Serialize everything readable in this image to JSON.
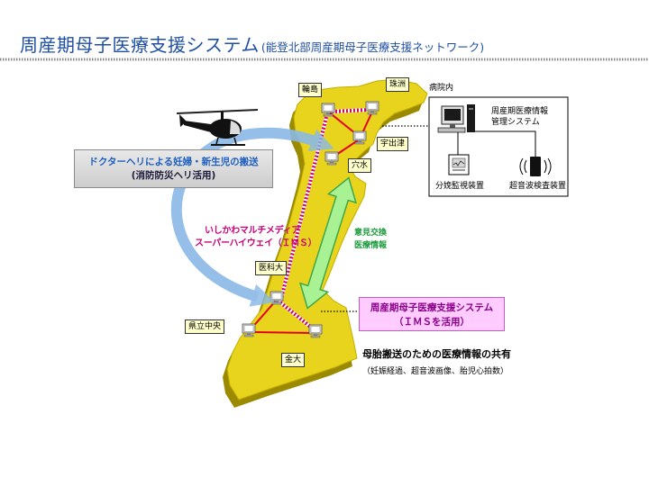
{
  "title": {
    "main": "周産期母子医療支援システム",
    "sub": "(能登北部周産期母子医療支援ネットワーク)"
  },
  "locations": {
    "wajima": "輪島",
    "suzu": "珠洲",
    "ushitsu": "宇出津",
    "anamizu": "穴水",
    "medical_university": "医科大",
    "prefectural_central": "県立中央",
    "kanazawa_university": "金大"
  },
  "hospital": {
    "label": "病院内",
    "system_line1": "周産期医療情報",
    "system_line2": "管理システム",
    "fetal_monitor": "分娩監視装置",
    "ultrasound": "超音波検査装置"
  },
  "helicopter_transport": {
    "line1": "ドクターヘリによる妊婦・新生児の搬送",
    "line2": "(消防防災ヘリ活用)"
  },
  "network": {
    "line1": "いしかわマルチメディア",
    "line2": "スーパーハイウェイ（ＩＭＳ）"
  },
  "exchange": {
    "line1": "意見交換",
    "line2": "医療情報"
  },
  "support_system": {
    "line1": "周産期母子医療支援システム",
    "line2": "（ＩＭＳを活用）"
  },
  "sharing": {
    "heading": "母胎搬送のための医療情報の共有",
    "detail": "（妊娠経過、超音波画像、胎児心拍数）"
  },
  "colors": {
    "title": "#1f4fa3",
    "map_top": "#e8d41c",
    "map_side": "#9b8a00",
    "network_red": "#e3001b",
    "ims_magenta": "#cc0077",
    "exchange_green": "#1a9a3a",
    "heli_route_blue": "#8ab9e6",
    "support_box_pink": "#ffccff",
    "label_yellow": "#ffffcc"
  },
  "icons": {
    "site_terminal": "computer-icon",
    "transport": "helicopter-icon",
    "hospital_system": "workstation-icon",
    "fetal_monitor": "fetal-monitor-icon",
    "ultrasound": "ultrasound-device-icon"
  }
}
